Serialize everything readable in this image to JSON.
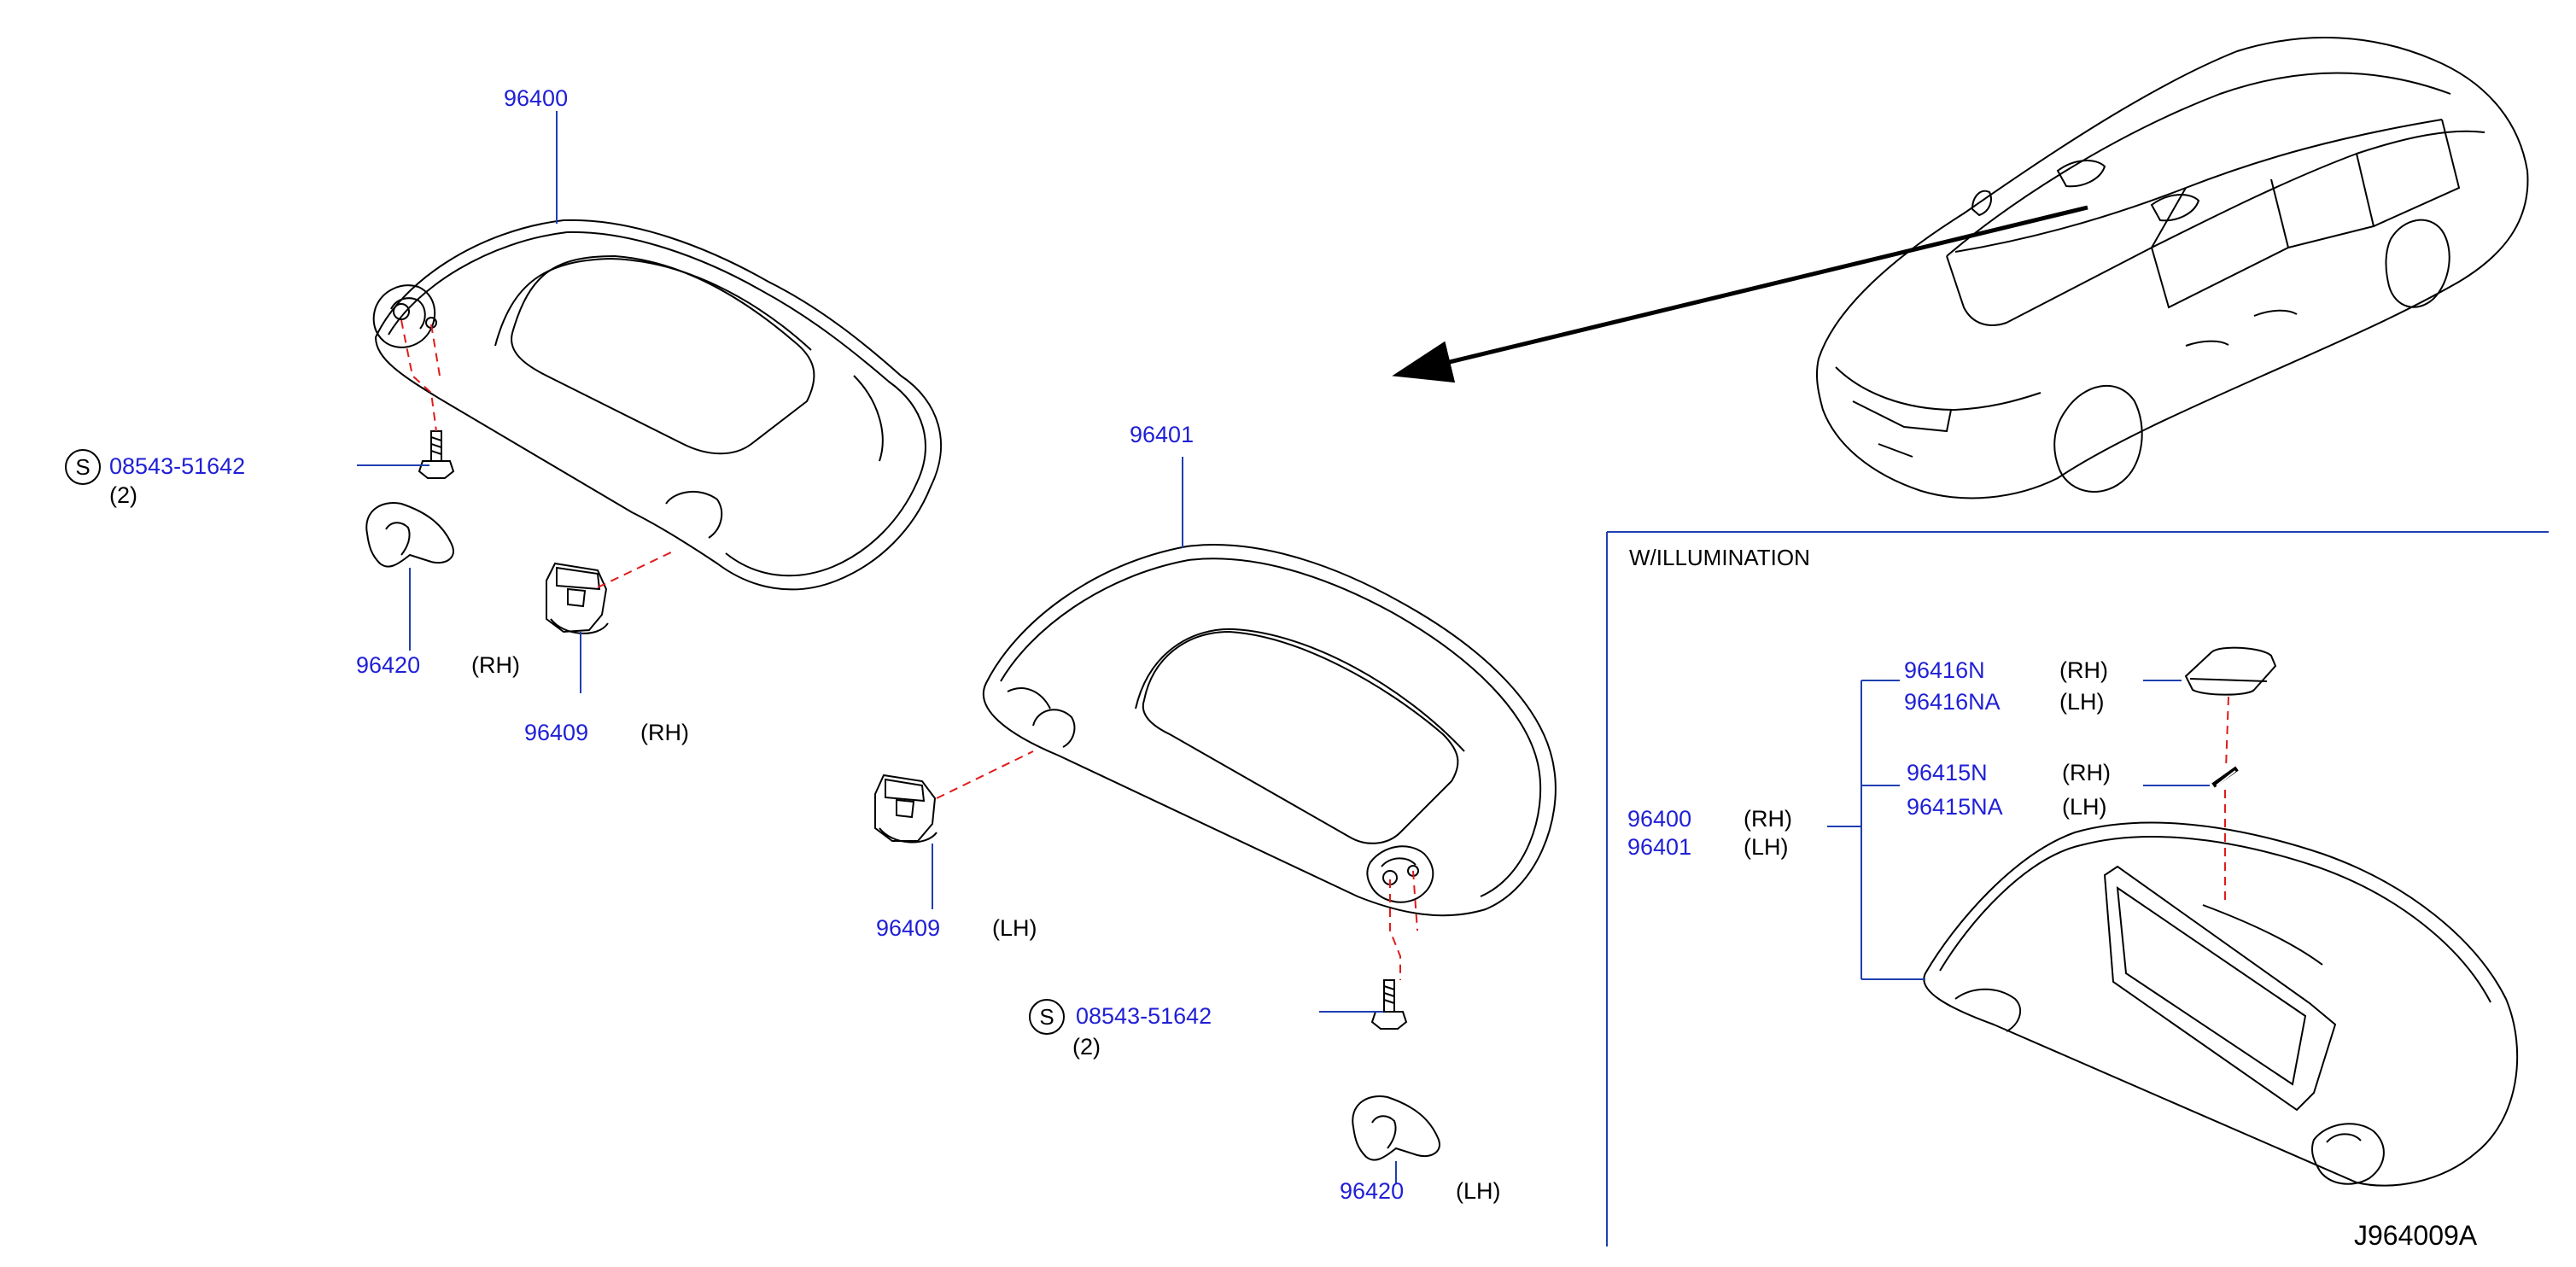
{
  "colors": {
    "part_number": "#1f1fd6",
    "line": "#000000",
    "leader": "#1f3fb0",
    "dash": "#e01b1b",
    "panel_border": "#1f3fb0"
  },
  "upper_left": {
    "visor": "96400",
    "screw": {
      "symbol": "S",
      "number": "08543-51642",
      "qty": "(2)"
    },
    "clip": {
      "number": "96420",
      "side": "(RH)"
    },
    "holder": {
      "number": "96409",
      "side": "(RH)"
    }
  },
  "center": {
    "visor": "96401",
    "holder": {
      "number": "96409",
      "side": "(LH)"
    },
    "screw": {
      "symbol": "S",
      "number": "08543-51642",
      "qty": "(2)"
    },
    "clip": {
      "number": "96420",
      "side": "(LH)"
    }
  },
  "illumination_panel": {
    "title": "W/ILLUMINATION",
    "lens": [
      {
        "number": "96416N",
        "side": "(RH)"
      },
      {
        "number": "96416NA",
        "side": "(LH)"
      }
    ],
    "bulb": [
      {
        "number": "96415N",
        "side": "(RH)"
      },
      {
        "number": "96415NA",
        "side": "(LH)"
      }
    ],
    "visor": [
      {
        "number": "96400",
        "side": "(RH)"
      },
      {
        "number": "96401",
        "side": "(LH)"
      }
    ]
  },
  "diagram_code": "J964009A"
}
